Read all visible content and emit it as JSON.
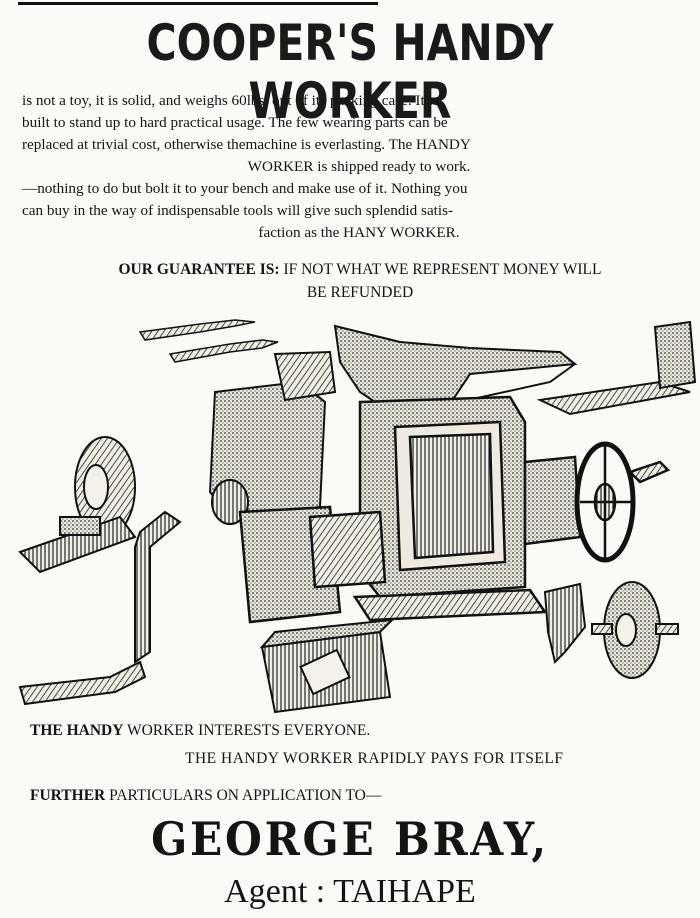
{
  "headline": "COOPER'S HANDY WORKER",
  "body_lines": [
    "is not a toy, it is solid, and weighs 60lbs. out of its packing case. It is",
    "built to stand up to hard practical usage. The few wearing parts can be",
    "replaced at trivial cost, otherwise themachine is everlasting. The HANDY",
    "WORKER is shipped ready to work.",
    "—nothing to do but bolt it to your bench and make use of it. Nothing you",
    "can buy in the way of indispensable tools will give such splendid satis-",
    "faction as the HANY WORKER."
  ],
  "guarantee": {
    "lead": "OUR GUARANTEE IS:",
    "rest_line1": " IF NOT WHAT WE REPRESENT MONEY WILL",
    "rest_line2": "BE REFUNDED"
  },
  "tagline1": {
    "bold": "THE HANDY",
    "rest": " WORKER INTERESTS EVERYONE."
  },
  "tagline2": "THE HANDY WORKER RAPIDLY PAYS FOR ITSELF",
  "tagline3": {
    "bold": "FURTHER",
    "rest": " PARTICULARS ON APPLICATION TO—"
  },
  "agent_name": "GEORGE BRAY,",
  "agent_line": "Agent : TAIHAPE",
  "colors": {
    "ink": "#141414",
    "paper": "#fbfaf6"
  }
}
